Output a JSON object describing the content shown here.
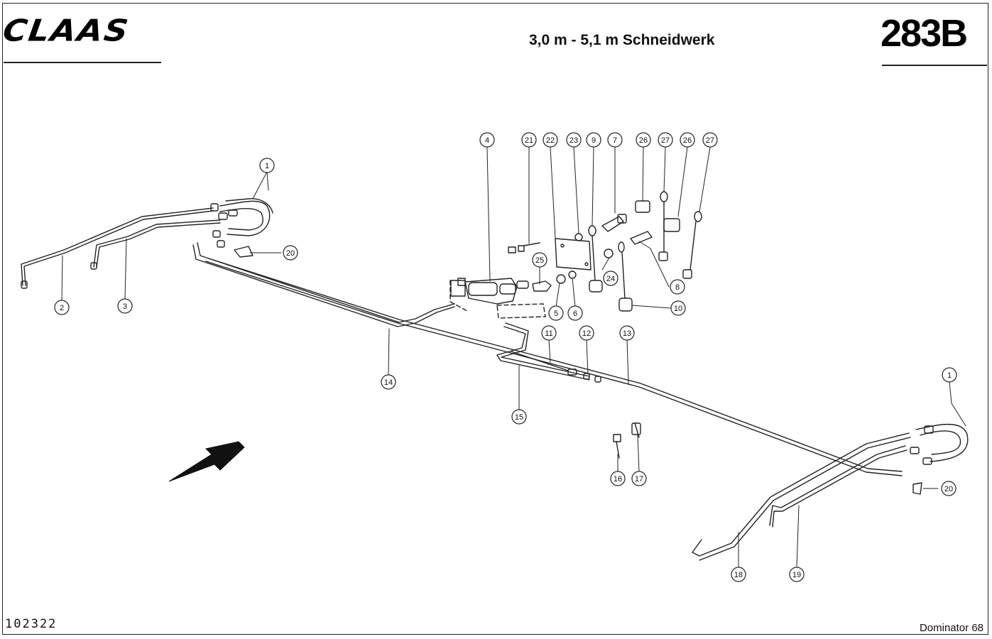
{
  "header": {
    "brand": "CLAAS",
    "title": "3,0 m - 5,1 m Schneidwerk",
    "page_code": "283B"
  },
  "footer": {
    "drawing_number": "102322",
    "model": "Dominator 68"
  },
  "callouts": [
    "1",
    "2",
    "3",
    "20",
    "4",
    "21",
    "22",
    "23",
    "9",
    "7",
    "26",
    "27",
    "26",
    "27",
    "25",
    "5",
    "6",
    "24",
    "8",
    "10",
    "11",
    "12",
    "13",
    "14",
    "15",
    "16",
    "17",
    "1",
    "20",
    "18",
    "19"
  ]
}
